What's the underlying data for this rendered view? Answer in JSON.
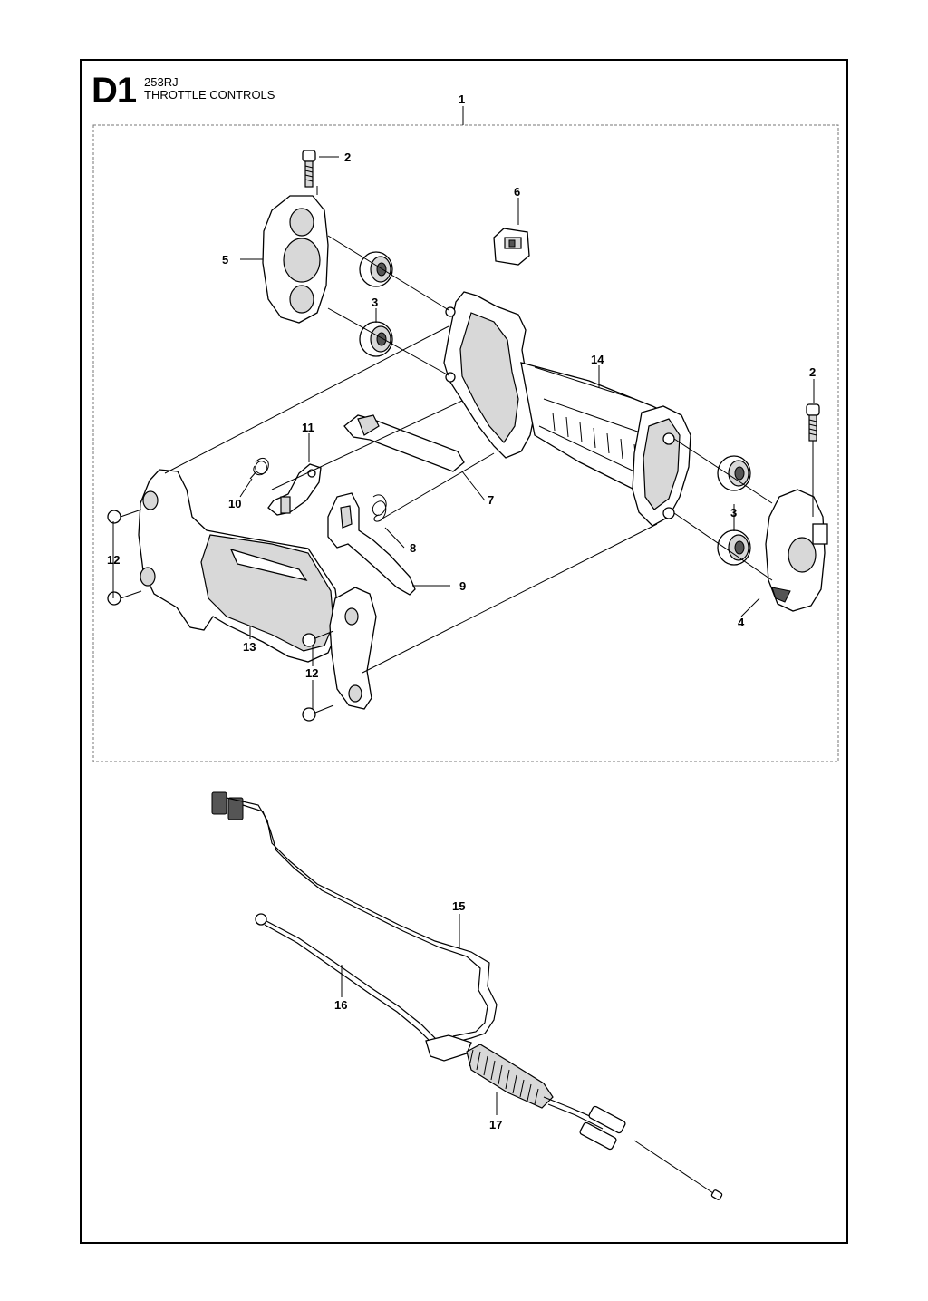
{
  "header": {
    "sheet_id": "D1",
    "model": "253RJ",
    "section_title": "THROTTLE CONTROLS"
  },
  "callouts": {
    "c1": "1",
    "c2a": "2",
    "c2b": "2",
    "c3a": "3",
    "c3b": "3",
    "c4": "4",
    "c5": "5",
    "c6": "6",
    "c7": "7",
    "c8": "8",
    "c9": "9",
    "c10": "10",
    "c11": "11",
    "c12a": "12",
    "c12b": "12",
    "c13": "13",
    "c14": "14",
    "c15": "15",
    "c16": "16",
    "c17": "17"
  }
}
